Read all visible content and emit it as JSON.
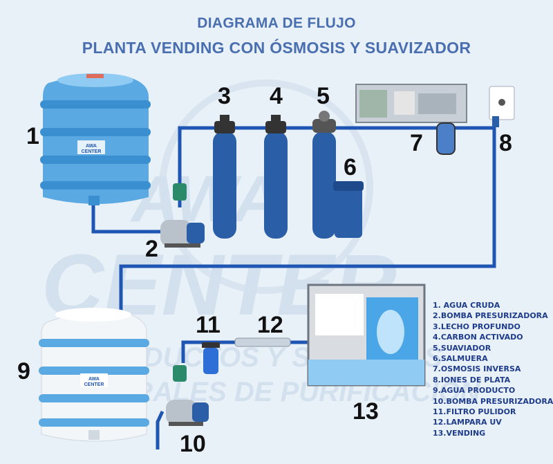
{
  "title_line1": "DIAGRAMA DE FLUJO",
  "title_line2": "PLANTA VENDING CON ÓSMOSIS Y SUAVIZADOR",
  "watermark": {
    "line1": "AWA",
    "line2": "CENTER",
    "line3": "PRODUCTOS Y SERVICIOS",
    "line4": "INTEGRALES DE PURIFICACIÓN"
  },
  "tank_logo": {
    "line1": "AWA",
    "line2": "CENTER"
  },
  "numbers": [
    "1",
    "2",
    "3",
    "4",
    "5",
    "6",
    "7",
    "8",
    "9",
    "10",
    "11",
    "12",
    "13"
  ],
  "legend": [
    "1. AGUA CRUDA",
    "2.BOMBA PRESURIZADORA",
    "3.LECHO PROFUNDO",
    "4.CARBON ACTIVADO",
    "5.SUAVIADOR",
    "6.SALMUERA",
    "7.OSMOSIS INVERSA",
    "8.IONES DE PLATA",
    "9.AGUA PRODUCTO",
    "10.BOMBA PRESURIZADORA",
    "11.FILTRO PULIDOR",
    "12.LAMPARA UV",
    "13.VENDING"
  ],
  "colors": {
    "title": "#4a6fb0",
    "pipe": "#1f56b4",
    "tank": "#5aa9e3",
    "vessel": "#2a5fa8",
    "legend": "#1e3c8a"
  }
}
